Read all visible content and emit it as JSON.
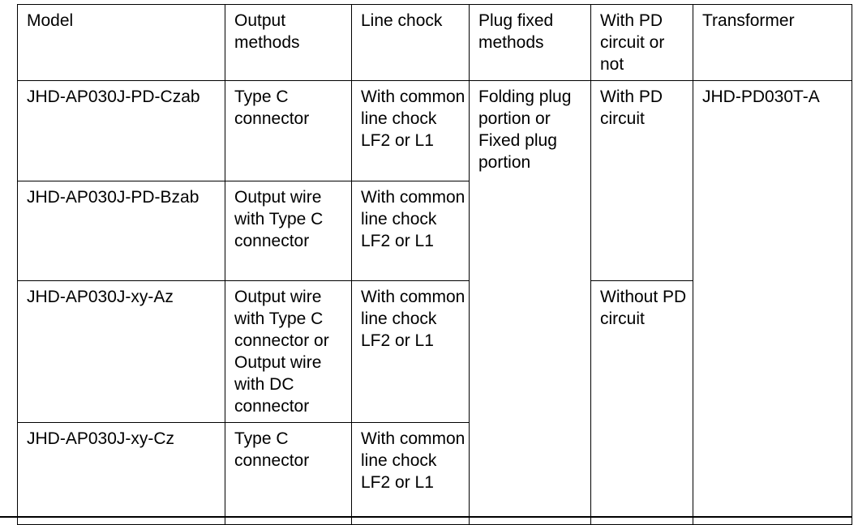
{
  "table": {
    "columns": [
      {
        "key": "model",
        "label": "Model"
      },
      {
        "key": "output",
        "label": "Output methods"
      },
      {
        "key": "chock",
        "label": "Line chock"
      },
      {
        "key": "plug",
        "label": "Plug fixed methods"
      },
      {
        "key": "pd",
        "label": "With PD circuit or not"
      },
      {
        "key": "transformer",
        "label": "Transformer"
      }
    ],
    "rows": [
      {
        "model": "JHD-AP030J-PD-Czab",
        "output": "Type C connector",
        "chock": "With common line chock LF2 or L1"
      },
      {
        "model": "JHD-AP030J-PD-Bzab",
        "output": "Output wire with Type C connector",
        "chock": "With common line chock LF2 or L1"
      },
      {
        "model": "JHD-AP030J-xy-Az",
        "output": "Output wire with Type C connector or Output wire with DC connector",
        "chock": "With common line chock LF2 or L1"
      },
      {
        "model": "JHD-AP030J-xy-Cz",
        "output": "Type C connector",
        "chock": "With common line chock LF2 or L1"
      }
    ],
    "merged": {
      "plug_all_rows": "Folding plug portion or Fixed plug portion",
      "pd_rows_1_2": "With PD circuit",
      "pd_rows_3_4": "Without PD circuit",
      "transformer_all_rows": "JHD-PD030T-A"
    },
    "colors": {
      "border": "#000000",
      "text": "#000000",
      "background": "#ffffff"
    }
  }
}
